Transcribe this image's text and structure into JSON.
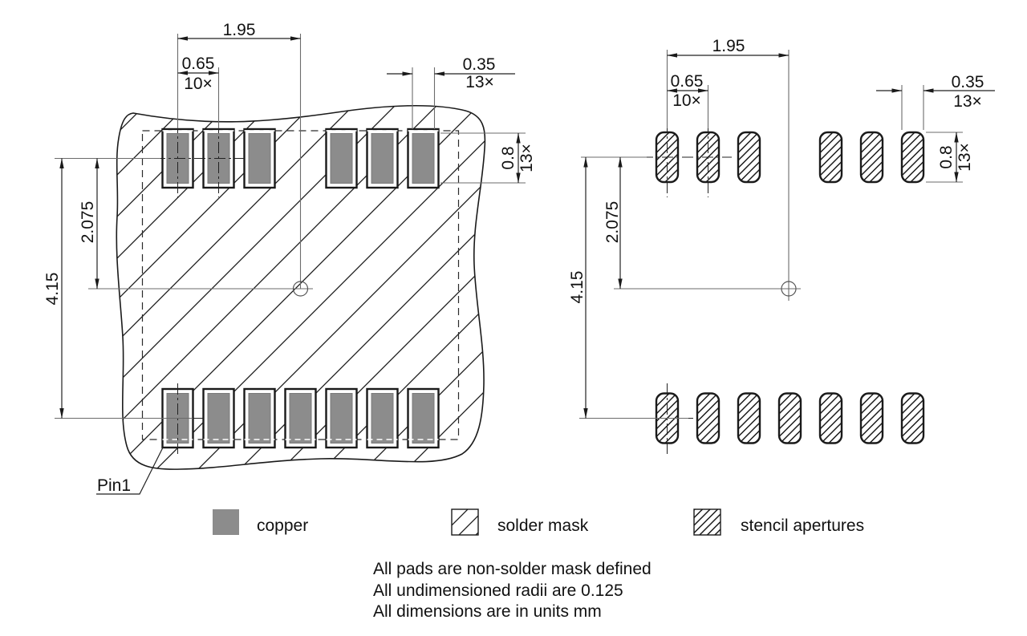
{
  "dimensions": {
    "group_pitch": "1.95",
    "pin_pitch": "0.65",
    "pin_pitch_count": "10×",
    "pad_width": "0.35",
    "pad_width_count": "13×",
    "pad_height": "0.8",
    "pad_height_count": "13×",
    "center_offset": "2.075",
    "row_span": "4.15"
  },
  "labels": {
    "pin1": "Pin1"
  },
  "legend": {
    "copper": "copper",
    "solder_mask": "solder mask",
    "stencil_apertures": "stencil apertures"
  },
  "notes": {
    "line1": "All pads are non-solder mask defined",
    "line2": "All undimensioned radii are 0.125",
    "line3": "All dimensions are in units mm"
  },
  "colors": {
    "copper_fill": "#8c8c8c",
    "outline_black": "#1a1a1a",
    "dimension_line": "#222222",
    "extension_line": "#6b6b6b",
    "background": "#ffffff"
  }
}
